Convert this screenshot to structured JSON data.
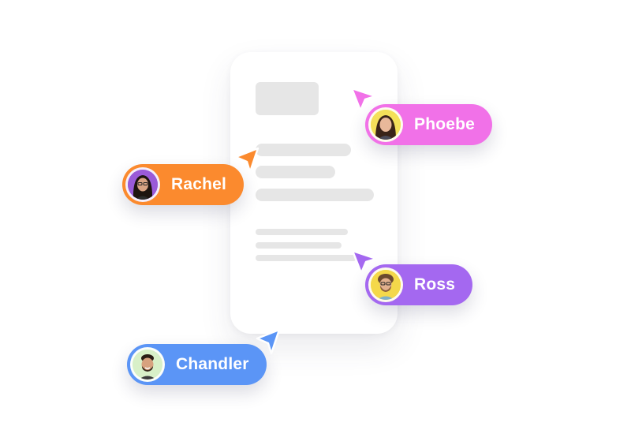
{
  "collaborators": [
    {
      "name": "Phoebe",
      "color": "#f171e8",
      "avatar_bg": "#f4e05a",
      "icon": "phoebe-avatar"
    },
    {
      "name": "Rachel",
      "color": "#fb8a2e",
      "avatar_bg": "#9a5ad8",
      "icon": "rachel-avatar"
    },
    {
      "name": "Ross",
      "color": "#a468f0",
      "avatar_bg": "#f4d84a",
      "icon": "ross-avatar"
    },
    {
      "name": "Chandler",
      "color": "#5b95f6",
      "avatar_bg": "#d8f0c8",
      "icon": "chandler-avatar"
    }
  ],
  "document": {
    "placeholder_color": "#e6e6e6",
    "icon": "document-card"
  }
}
